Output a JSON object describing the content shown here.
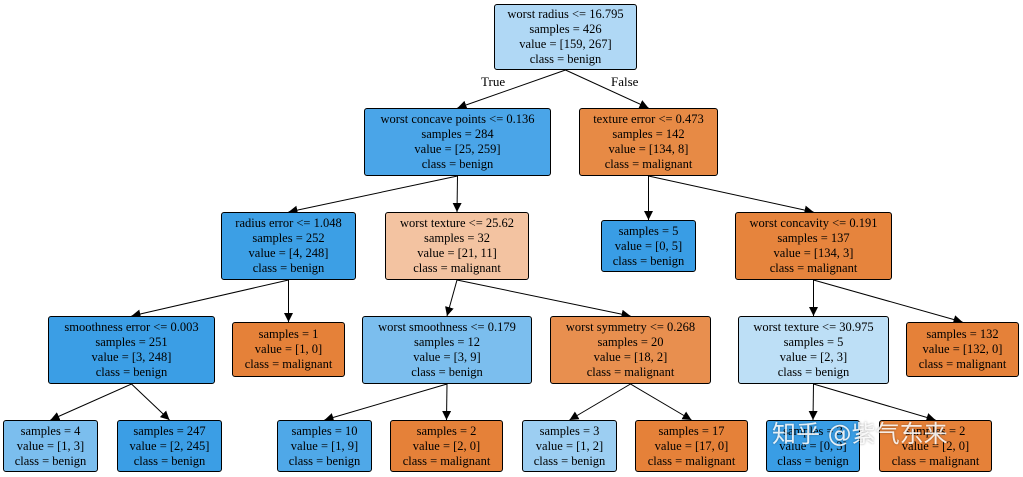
{
  "colors": {
    "benign_strong": "#399de5",
    "benign_mid": "#47a4e7",
    "benign_light": "#7bbeee",
    "benign_pale": "#bddff6",
    "malignant_strong": "#e58139",
    "malignant_mid": "#e78c4a",
    "malignant_pale": "#f2c09c"
  },
  "tree": {
    "nodes": [
      {
        "id": "n0",
        "lines": [
          "worst radius <= 16.795",
          "samples = 426",
          "value = [159, 267]",
          "class = benign"
        ],
        "fill": "#b0d8f5"
      },
      {
        "id": "n1",
        "lines": [
          "worst concave points <= 0.136",
          "samples = 284",
          "value = [25, 259]",
          "class = benign"
        ],
        "fill": "#4aa5e8"
      },
      {
        "id": "n2",
        "lines": [
          "texture error <= 0.473",
          "samples = 142",
          "value = [134, 8]",
          "class = malignant"
        ],
        "fill": "#e78a45"
      },
      {
        "id": "n3",
        "lines": [
          "radius error <= 1.048",
          "samples = 252",
          "value = [4, 248]",
          "class = benign"
        ],
        "fill": "#3c9fe5"
      },
      {
        "id": "n4",
        "lines": [
          "worst texture <= 25.62",
          "samples = 32",
          "value = [21, 11]",
          "class = malignant"
        ],
        "fill": "#f3c3a1"
      },
      {
        "id": "n5",
        "lines": [
          "samples = 5",
          "value = [0, 5]",
          "class = benign"
        ],
        "fill": "#399de5"
      },
      {
        "id": "n6",
        "lines": [
          "worst concavity <= 0.191",
          "samples = 137",
          "value = [134, 3]",
          "class = malignant"
        ],
        "fill": "#e6843d"
      },
      {
        "id": "n7",
        "lines": [
          "smoothness error <= 0.003",
          "samples = 251",
          "value = [3, 248]",
          "class = benign"
        ],
        "fill": "#3b9ee5"
      },
      {
        "id": "n8",
        "lines": [
          "samples = 1",
          "value = [1, 0]",
          "class = malignant"
        ],
        "fill": "#e58139"
      },
      {
        "id": "n9",
        "lines": [
          "worst smoothness <= 0.179",
          "samples = 12",
          "value = [3, 9]",
          "class = benign"
        ],
        "fill": "#7bbeee"
      },
      {
        "id": "n10",
        "lines": [
          "worst symmetry <= 0.268",
          "samples = 20",
          "value = [18, 2]",
          "class = malignant"
        ],
        "fill": "#e88f4f"
      },
      {
        "id": "n11",
        "lines": [
          "worst texture <= 30.975",
          "samples = 5",
          "value = [2, 3]",
          "class = benign"
        ],
        "fill": "#bddff6"
      },
      {
        "id": "n12",
        "lines": [
          "samples = 132",
          "value = [132, 0]",
          "class = malignant"
        ],
        "fill": "#e58139"
      },
      {
        "id": "n13",
        "lines": [
          "samples = 4",
          "value = [1, 3]",
          "class = benign"
        ],
        "fill": "#7bbeee"
      },
      {
        "id": "n14",
        "lines": [
          "samples = 247",
          "value = [2, 245]",
          "class = benign"
        ],
        "fill": "#3b9ee5"
      },
      {
        "id": "n15",
        "lines": [
          "samples = 10",
          "value = [1, 9]",
          "class = benign"
        ],
        "fill": "#4fa8e8"
      },
      {
        "id": "n16",
        "lines": [
          "samples = 2",
          "value = [2, 0]",
          "class = malignant"
        ],
        "fill": "#e58139"
      },
      {
        "id": "n17",
        "lines": [
          "samples = 3",
          "value = [1, 2]",
          "class = benign"
        ],
        "fill": "#9ccef2"
      },
      {
        "id": "n18",
        "lines": [
          "samples = 17",
          "value = [17, 0]",
          "class = malignant"
        ],
        "fill": "#e58139"
      },
      {
        "id": "n19",
        "lines": [
          "samples = 3",
          "value = [0, 3]",
          "class = benign"
        ],
        "fill": "#399de5"
      },
      {
        "id": "n20",
        "lines": [
          "samples = 2",
          "value = [2, 0]",
          "class = malignant"
        ],
        "fill": "#e58139"
      }
    ],
    "edges": [
      {
        "from": "n0",
        "to": "n1",
        "label": "True"
      },
      {
        "from": "n0",
        "to": "n2",
        "label": "False"
      },
      {
        "from": "n1",
        "to": "n3",
        "label": ""
      },
      {
        "from": "n1",
        "to": "n4",
        "label": ""
      },
      {
        "from": "n2",
        "to": "n5",
        "label": ""
      },
      {
        "from": "n2",
        "to": "n6",
        "label": ""
      },
      {
        "from": "n3",
        "to": "n7",
        "label": ""
      },
      {
        "from": "n3",
        "to": "n8",
        "label": ""
      },
      {
        "from": "n4",
        "to": "n9",
        "label": ""
      },
      {
        "from": "n4",
        "to": "n10",
        "label": ""
      },
      {
        "from": "n6",
        "to": "n11",
        "label": ""
      },
      {
        "from": "n6",
        "to": "n12",
        "label": ""
      },
      {
        "from": "n7",
        "to": "n13",
        "label": ""
      },
      {
        "from": "n7",
        "to": "n14",
        "label": ""
      },
      {
        "from": "n9",
        "to": "n15",
        "label": ""
      },
      {
        "from": "n9",
        "to": "n16",
        "label": ""
      },
      {
        "from": "n10",
        "to": "n17",
        "label": ""
      },
      {
        "from": "n10",
        "to": "n18",
        "label": ""
      },
      {
        "from": "n11",
        "to": "n19",
        "label": ""
      },
      {
        "from": "n11",
        "to": "n20",
        "label": ""
      }
    ]
  },
  "watermark": "知乎 @紫气东来"
}
